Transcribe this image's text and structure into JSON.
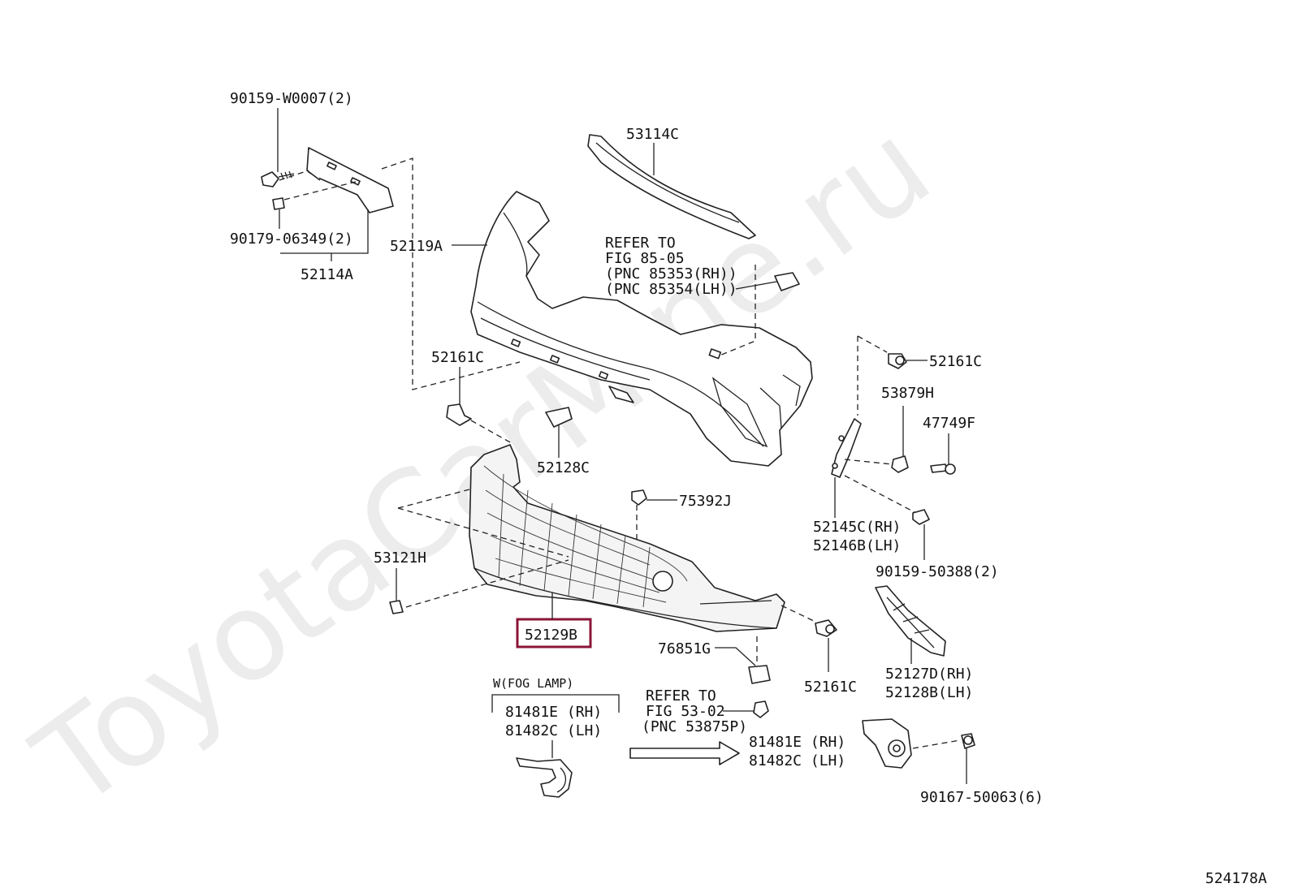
{
  "watermark": "ToyotaCarMine.ru",
  "figure_code": "524178A",
  "highlight_color": "#8b1538",
  "highlighted_part": "52129B",
  "labels": {
    "p90159_w0007": "90159-W0007(2)",
    "p90179_06349": "90179-06349(2)",
    "p52114a": "52114A",
    "p52119a": "52119A",
    "p53114c": "53114C",
    "refer1_l1": "REFER TO",
    "refer1_l2": "FIG 85-05",
    "refer1_l3": "(PNC 85353(RH))",
    "refer1_l4": "(PNC 85354(LH))",
    "p52161c_a": "52161C",
    "p52161c_b": "52161C",
    "p52161c_c": "52161C",
    "p52128c": "52128C",
    "p53879h": "53879H",
    "p47749f": "47749F",
    "p75392j": "75392J",
    "p52145c": "52145C(RH)",
    "p52146b": "52146B(LH)",
    "p90159_50388": "90159-50388(2)",
    "p53121h": "53121H",
    "p52129b": "52129B",
    "p76851g": "76851G",
    "p52127d": "52127D(RH)",
    "p52128b": "52128B(LH)",
    "fog_title": "W(FOG LAMP)",
    "p81481e_a": "81481E (RH)",
    "p81482c_a": "81482C (LH)",
    "refer2_l1": "REFER TO",
    "refer2_l2": "FIG 53-02",
    "refer2_l3": "(PNC 53875P)",
    "p81481e_b": "81481E (RH)",
    "p81482c_b": "81482C (LH)",
    "p90167_50063": "90167-50063(6)"
  }
}
